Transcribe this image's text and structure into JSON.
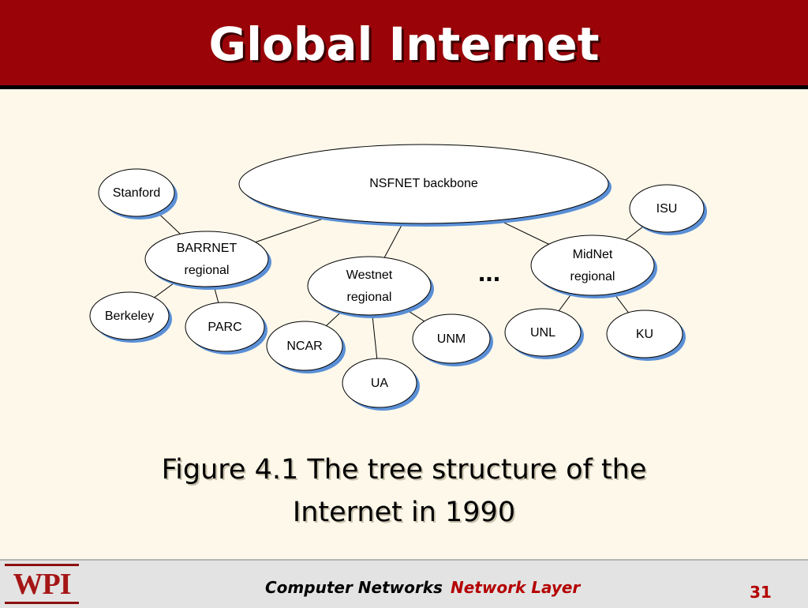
{
  "slide": {
    "title": "Global Internet",
    "caption_line1": "Figure 4.1 The tree structure of the",
    "caption_line2": "Internet in 1990"
  },
  "diagram": {
    "ellipsis": "...",
    "nodes": [
      {
        "id": "backbone",
        "lines": [
          "NSFNET backbone"
        ]
      },
      {
        "id": "stanford",
        "lines": [
          "Stanford"
        ]
      },
      {
        "id": "barrnet",
        "lines": [
          "BARRNET",
          "regional"
        ]
      },
      {
        "id": "berkeley",
        "lines": [
          "Berkeley"
        ]
      },
      {
        "id": "parc",
        "lines": [
          "PARC"
        ]
      },
      {
        "id": "westnet",
        "lines": [
          "Westnet",
          "regional"
        ]
      },
      {
        "id": "ncar",
        "lines": [
          "NCAR"
        ]
      },
      {
        "id": "ua",
        "lines": [
          "UA"
        ]
      },
      {
        "id": "unm",
        "lines": [
          "UNM"
        ]
      },
      {
        "id": "midnet",
        "lines": [
          "MidNet",
          "regional"
        ]
      },
      {
        "id": "isu",
        "lines": [
          "ISU"
        ]
      },
      {
        "id": "unl",
        "lines": [
          "UNL"
        ]
      },
      {
        "id": "ku",
        "lines": [
          "KU"
        ]
      }
    ],
    "edges": [
      [
        "backbone",
        "barrnet"
      ],
      [
        "backbone",
        "westnet"
      ],
      [
        "backbone",
        "midnet"
      ],
      [
        "barrnet",
        "stanford"
      ],
      [
        "barrnet",
        "berkeley"
      ],
      [
        "barrnet",
        "parc"
      ],
      [
        "westnet",
        "ncar"
      ],
      [
        "westnet",
        "ua"
      ],
      [
        "westnet",
        "unm"
      ],
      [
        "midnet",
        "isu"
      ],
      [
        "midnet",
        "unl"
      ],
      [
        "midnet",
        "ku"
      ]
    ]
  },
  "footer": {
    "logo": "WPI",
    "course": "Computer Networks",
    "topic": "Network Layer",
    "page": "31"
  },
  "colors": {
    "header_bg": "#9a0409",
    "node_shadow": "#5a8fd6",
    "footer_topic": "#b40000"
  }
}
